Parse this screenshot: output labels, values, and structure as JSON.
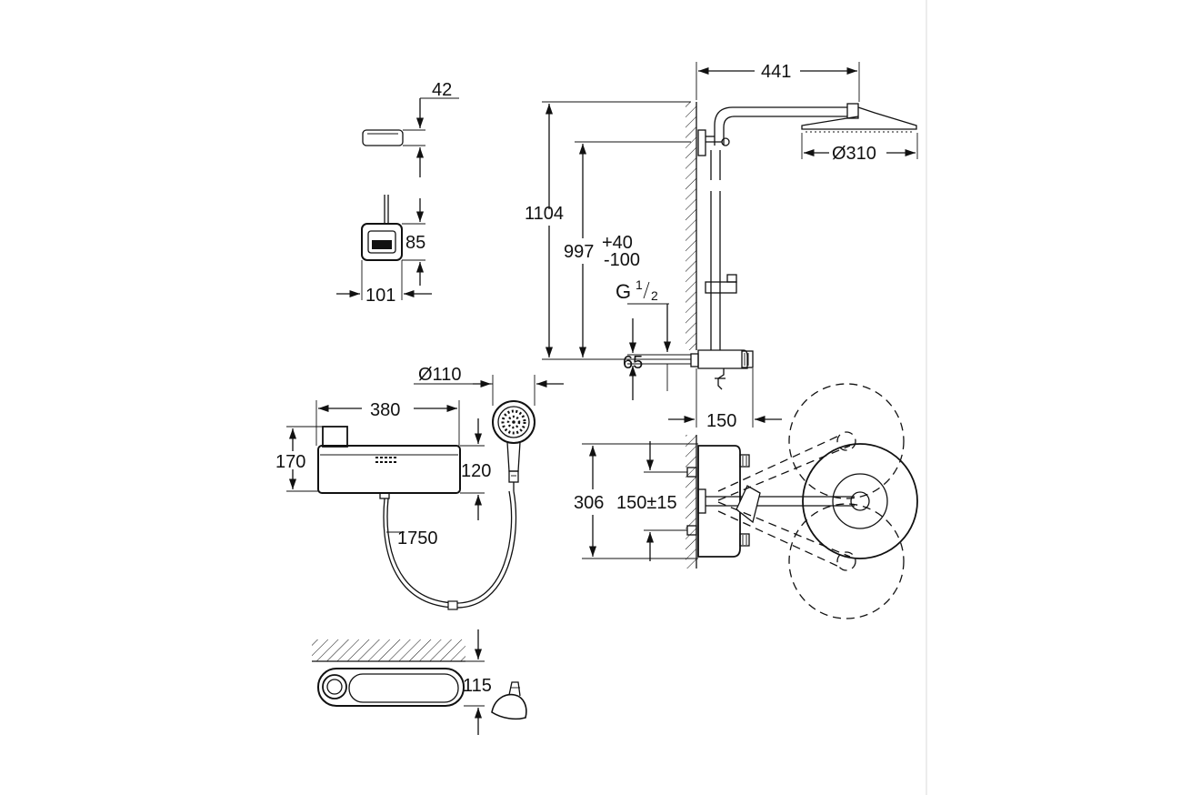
{
  "dimensions": {
    "control_depth": "42",
    "control_height": "85",
    "control_width": "101",
    "total_height": "1104",
    "outlet_height": "997",
    "outlet_tol_plus": "+40",
    "outlet_tol_minus": "-100",
    "thread": "G",
    "thread_num": "1",
    "thread_den": "2",
    "inlet_spacing": "65",
    "arm_reach": "441",
    "head_diameter": "Ø310",
    "hand_diameter": "Ø110",
    "thermostat_width": "380",
    "thermostat_height": "170",
    "thermostat_outlet": "120",
    "hose_length": "1750",
    "wall_distance": "150",
    "side_height": "306",
    "connection_spacing": "150±15",
    "shelf_depth": "115"
  },
  "colors": {
    "line": "#111111",
    "background": "#ffffff",
    "divider": "#ececec"
  }
}
